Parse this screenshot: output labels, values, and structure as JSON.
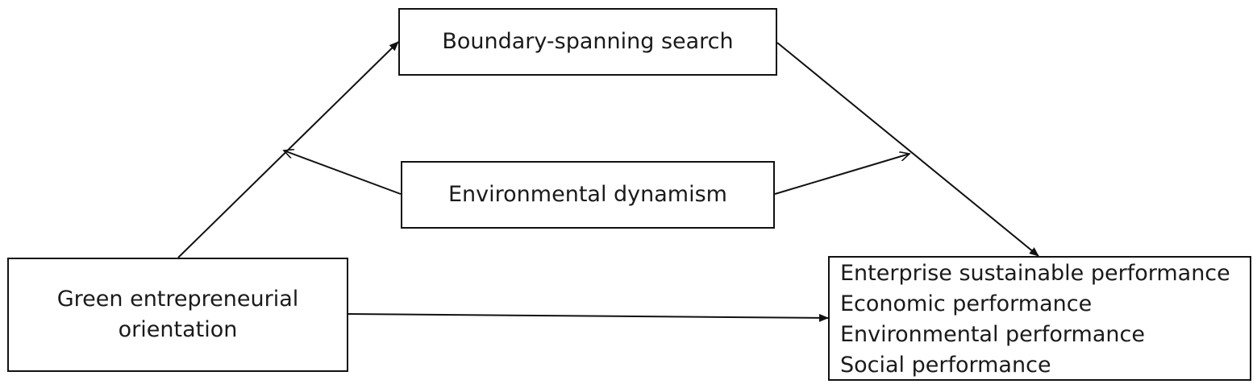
{
  "diagram": {
    "nodes": {
      "boundary_search": {
        "label": "Boundary-spanning search"
      },
      "environmental_dynamism": {
        "label": "Environmental dynamism"
      },
      "green_orientation": {
        "lines": [
          "Green entrepreneurial",
          "orientation"
        ]
      },
      "sustainable_performance": {
        "lines": [
          "Enterprise sustainable performance",
          "Economic performance",
          "Environmental performance",
          "Social performance"
        ]
      }
    }
  }
}
